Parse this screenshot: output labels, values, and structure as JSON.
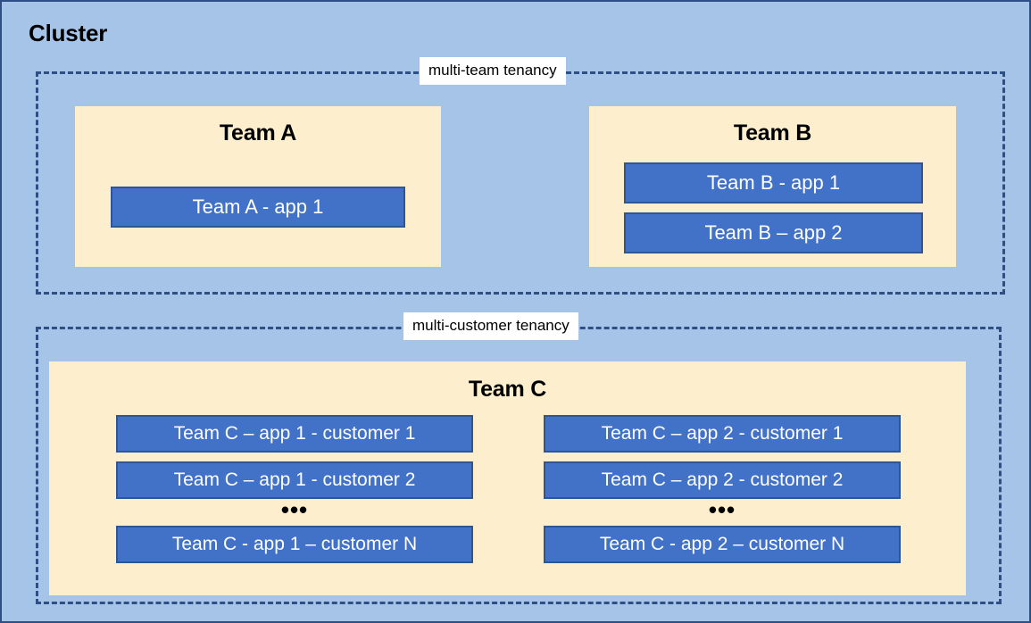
{
  "diagram": {
    "title": "Cluster",
    "colors": {
      "cluster_background": "#A6C3E8",
      "cluster_border": "#2E4F85",
      "tenancy_border": "#2E4F85",
      "team_panel_background": "#FDEFCD",
      "app_box_background": "#4272C8",
      "app_box_border": "#2F5597",
      "app_box_text": "#FFFFFF",
      "label_background": "#FFFFFF"
    },
    "tenancies": [
      {
        "label": "multi-team tenancy",
        "teams": [
          {
            "name": "Team A",
            "apps": [
              {
                "label": "Team A - app 1"
              }
            ]
          },
          {
            "name": "Team B",
            "apps": [
              {
                "label": "Team B - app 1"
              },
              {
                "label": "Team B – app 2"
              }
            ]
          }
        ]
      },
      {
        "label": "multi-customer tenancy",
        "teams": [
          {
            "name": "Team C",
            "columns": [
              {
                "apps": [
                  {
                    "label": "Team C – app 1 - customer 1"
                  },
                  {
                    "label": "Team C – app 1 - customer 2"
                  }
                ],
                "ellipsis": "•••",
                "apps_after": [
                  {
                    "label": "Team C - app 1 – customer N"
                  }
                ]
              },
              {
                "apps": [
                  {
                    "label": "Team C – app 2 - customer 1"
                  },
                  {
                    "label": "Team C – app 2 - customer 2"
                  }
                ],
                "ellipsis": "•••",
                "apps_after": [
                  {
                    "label": "Team C - app 2 – customer N"
                  }
                ]
              }
            ]
          }
        ]
      }
    ]
  }
}
